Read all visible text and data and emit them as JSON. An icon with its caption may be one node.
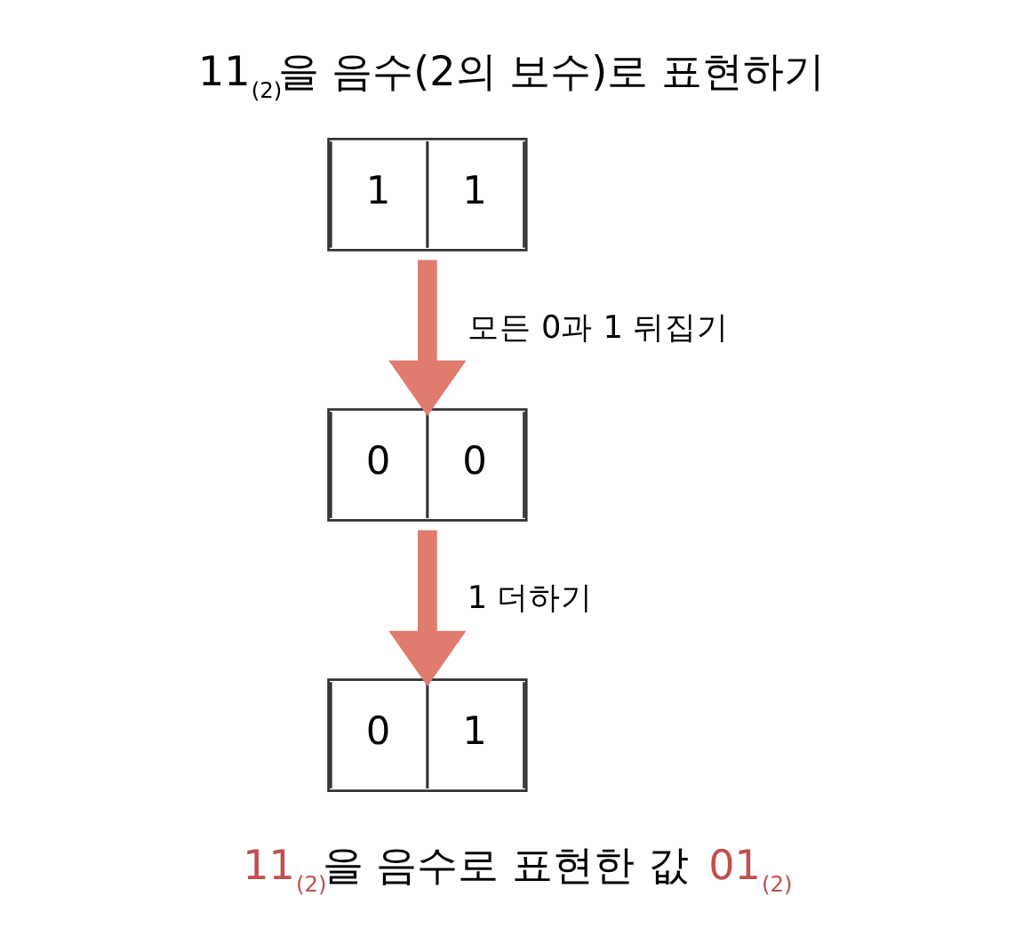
{
  "diagram": {
    "title": "11$_{(2)}$을 음수(2의 보수)로 표현하기",
    "caption": "11$_{(2)}$을 음수로 표현한 값 01$_{(2)}$",
    "nodes": [
      {
        "text": [
          "1",
          "1"
        ]
      },
      {
        "text": [
          "0",
          "0"
        ]
      },
      {
        "text": [
          "0",
          "1"
        ]
      }
    ],
    "edges": [
      {
        "from": 0,
        "to": 1,
        "arrow": "to",
        "label": "모든 0과 1 뒤집기"
      },
      {
        "from": 1,
        "to": 2,
        "arrow": "to",
        "label": "1 더하기"
      }
    ]
  }
}
